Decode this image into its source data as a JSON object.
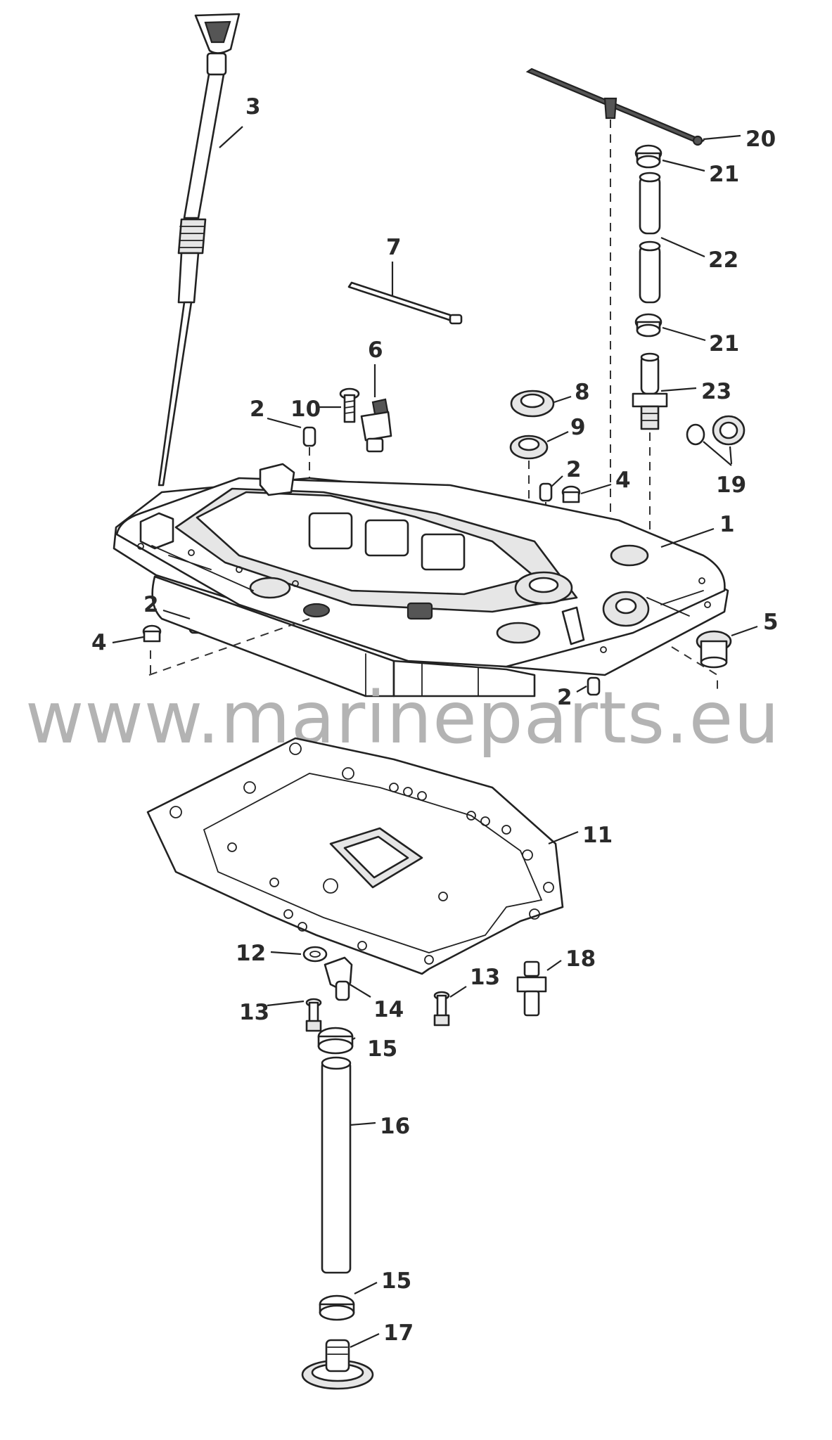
{
  "watermark": "www.marineparts.eu",
  "callouts": {
    "c1": "1",
    "c2a": "2",
    "c2b": "2",
    "c2c": "2",
    "c2d": "2",
    "c3": "3",
    "c4a": "4",
    "c4b": "4",
    "c5": "5",
    "c6": "6",
    "c7": "7",
    "c8": "8",
    "c9": "9",
    "c10": "10",
    "c11": "11",
    "c12": "12",
    "c13a": "13",
    "c13b": "13",
    "c14": "14",
    "c15a": "15",
    "c15b": "15",
    "c16": "16",
    "c17": "17",
    "c18": "18",
    "c19": "19",
    "c20": "20",
    "c21a": "21",
    "c21b": "21",
    "c22": "22",
    "c23": "23"
  },
  "colors": {
    "line": "#222222",
    "watermark": "#b3b3b3",
    "background": "#ffffff"
  }
}
